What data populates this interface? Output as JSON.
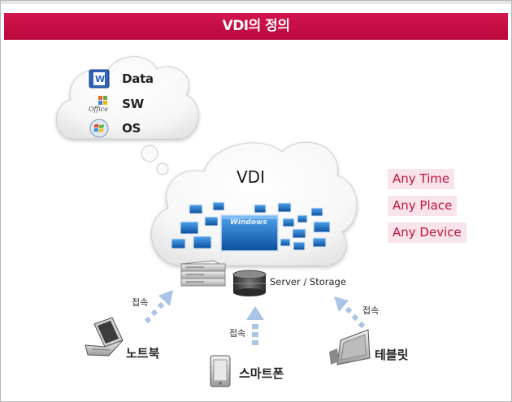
{
  "banner": {
    "title": "VDI의 정의"
  },
  "thought_cloud": {
    "items": [
      {
        "label": "Data",
        "icon": "word-document-icon"
      },
      {
        "label": "SW",
        "icon": "office-logo-icon"
      },
      {
        "label": "OS",
        "icon": "windows-logo-icon"
      }
    ]
  },
  "vdi_cloud": {
    "title": "VDI",
    "windows_label": "Windows"
  },
  "tags": [
    "Any Time",
    "Any Place",
    "Any Device"
  ],
  "server_label": "Server / Storage",
  "connection_label": "접속",
  "devices": [
    {
      "label": "노트북",
      "icon": "laptop-icon"
    },
    {
      "label": "스마트폰",
      "icon": "smartphone-icon"
    },
    {
      "label": "테블릿",
      "icon": "tablet-icon"
    }
  ],
  "colors": {
    "banner": "#c20f47",
    "tag_text": "#c1123e",
    "tag_bg": "#f8e4ea",
    "arrow": "#a9c4e6"
  }
}
